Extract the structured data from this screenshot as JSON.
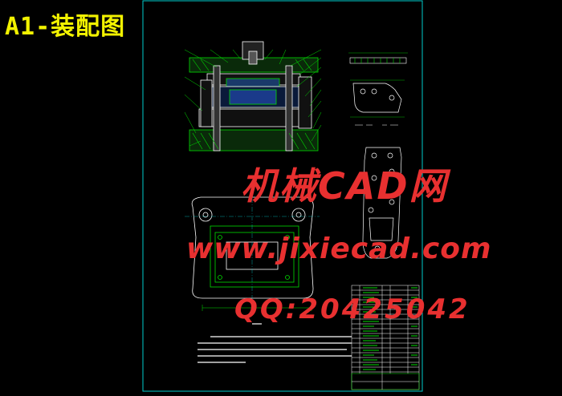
{
  "title": "A1-装配图",
  "watermarks": {
    "brand": "机械CAD网",
    "website": "www.jixiecad.com",
    "qq": "QQ:20425042"
  },
  "colors": {
    "background": "#000000",
    "frame": "#00cccc",
    "lines": "#ffffff",
    "accent_green": "#00dd00",
    "accent_yellow": "#f2f200",
    "watermark": "#e83030"
  }
}
